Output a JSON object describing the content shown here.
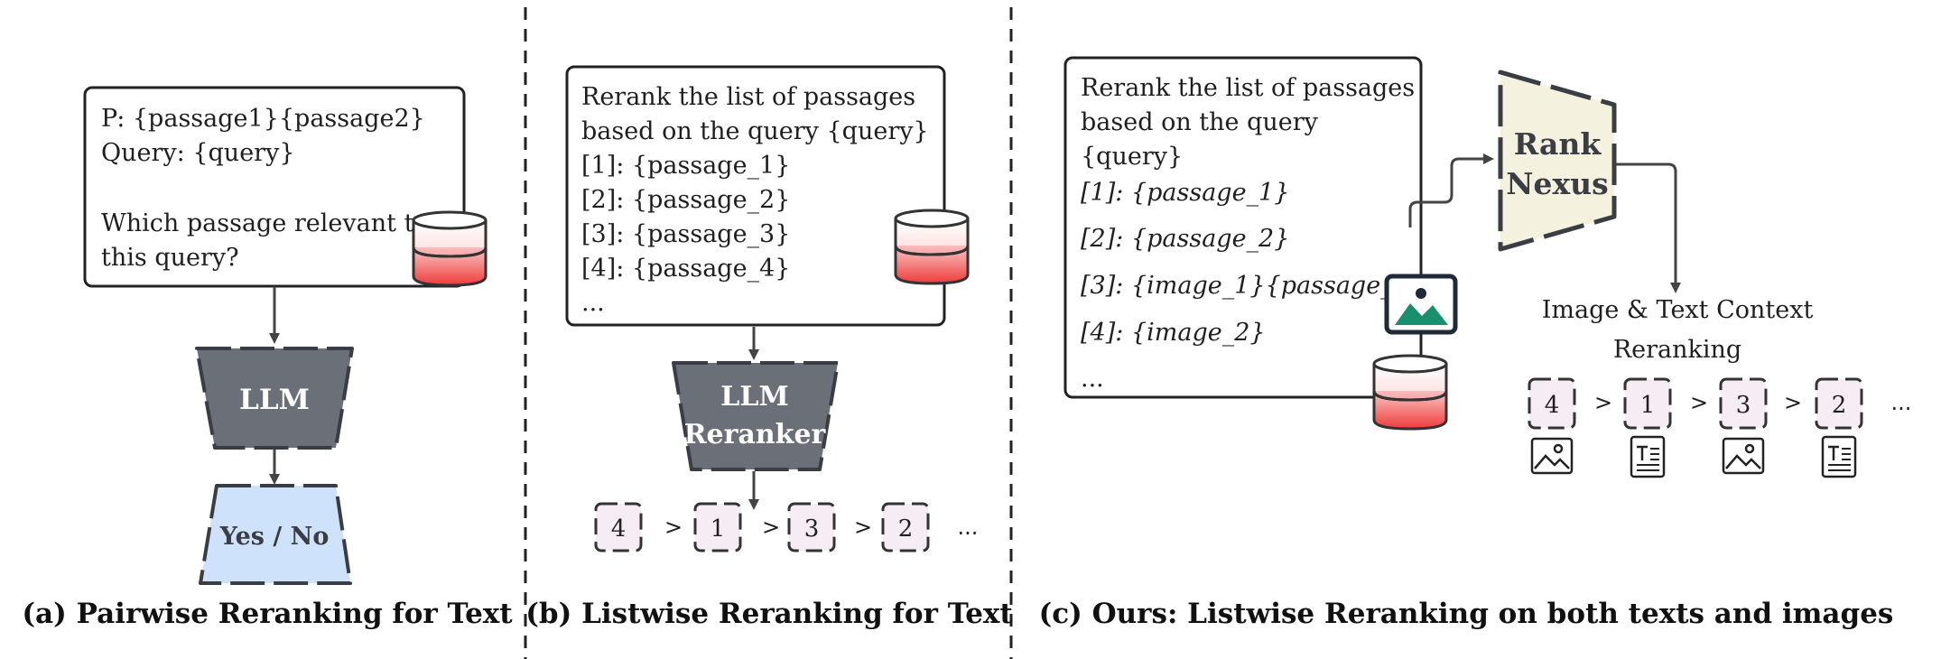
{
  "panels": {
    "a": {
      "caption": "(a) Pairwise Reranking for Text",
      "prompt_lines": [
        "P: {passage1}{passage2}",
        "Query: {query}",
        "",
        "Which passage relevant to",
        "this query?"
      ],
      "model_label": "LLM",
      "output_label": "Yes / No"
    },
    "b": {
      "caption": "(b) Listwise Reranking for Text",
      "prompt_lines": [
        "Rerank the list of passages",
        "based on the query {query}",
        "[1]: {passage_1}",
        "[2]: {passage_2}",
        "[3]: {passage_3}",
        "[4]: {passage_4}",
        "..."
      ],
      "model_label_line1": "LLM",
      "model_label_line2": "Reranker",
      "ranking": [
        "4",
        "1",
        "3",
        "2"
      ],
      "separator": ">",
      "ellipsis": "..."
    },
    "c": {
      "caption": "(c) Ours: Listwise Reranking on both texts and images",
      "prompt_lines": [
        "Rerank the list of passages",
        "based on the query",
        "{query}"
      ],
      "prompt_items": [
        "[1]: {passage_1}",
        "[2]: {passage_2}",
        "[3]: {image_1}{passage_3",
        "[4]: {image_2}",
        "..."
      ],
      "model_label_line1": "Rank",
      "model_label_line2": "Nexus",
      "context_label_line1": "Image & Text Context",
      "context_label_line2": "Reranking",
      "ranking": [
        {
          "num": "4",
          "type": "image"
        },
        {
          "num": "1",
          "type": "text"
        },
        {
          "num": "3",
          "type": "image"
        },
        {
          "num": "2",
          "type": "text"
        }
      ],
      "separator": ">",
      "ellipsis": "..."
    }
  },
  "colors": {
    "llm_fill": "#6b6f78",
    "yes_no_fill": "#cfe2fb",
    "rank_nexus_fill": "#f5f1df",
    "rank_box_fill": "#f6ecf4",
    "db_red": "#ee3b3b",
    "image_icon_green": "#1a8f6e"
  },
  "icons": [
    "database-icon",
    "image-icon",
    "text-document-icon"
  ]
}
